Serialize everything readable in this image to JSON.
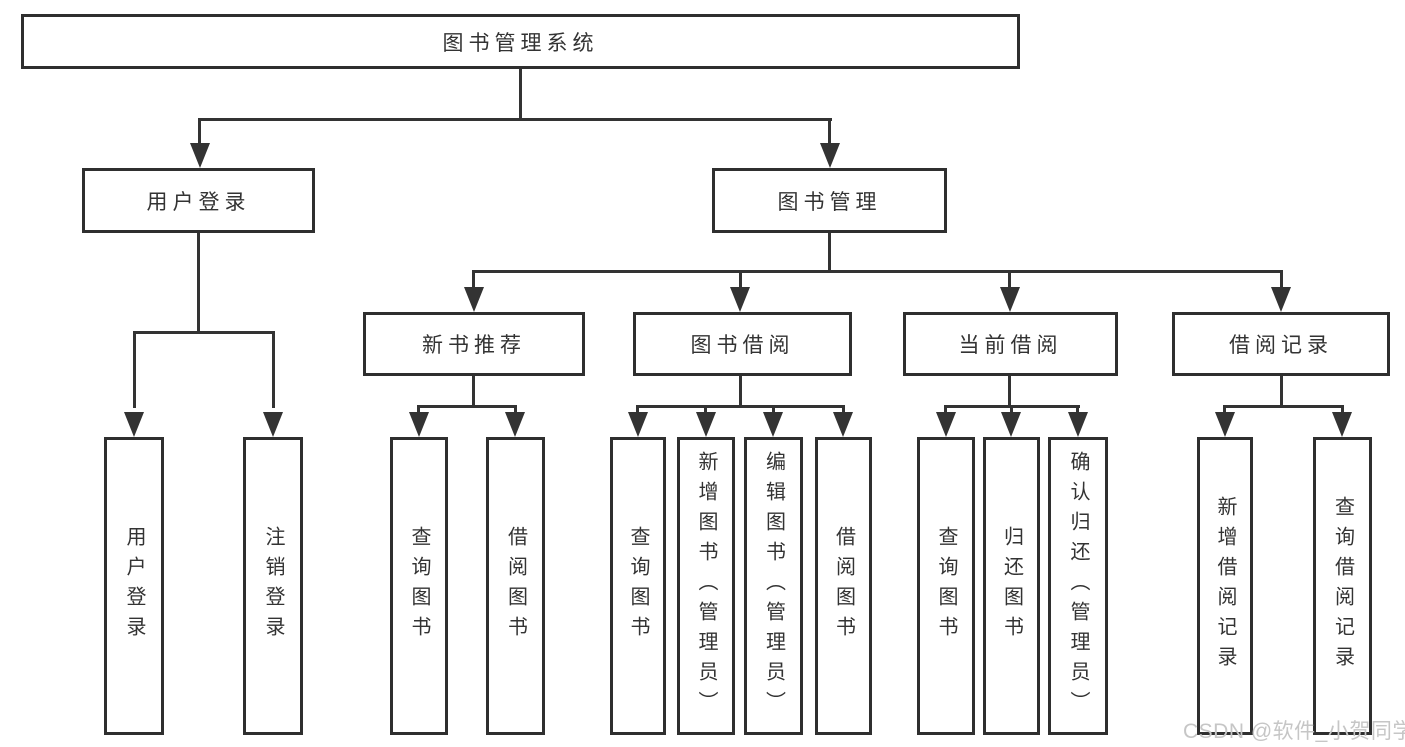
{
  "diagram": {
    "title": "图书管理系统",
    "watermark": "CSDN @软件_小贺同学",
    "colors": {
      "line": "#333333",
      "box_border": "#2f2f2f",
      "text": "#333333",
      "watermark": "#c6c6c6",
      "background": "#ffffff"
    },
    "nodes": {
      "root": {
        "label": "图书管理系统"
      },
      "user_login": {
        "label": "用户登录"
      },
      "book_mgmt": {
        "label": "图书管理"
      },
      "new_book_rec": {
        "label": "新书推荐"
      },
      "book_borrow": {
        "label": "图书借阅"
      },
      "current_borrow": {
        "label": "当前借阅"
      },
      "borrow_records": {
        "label": "借阅记录"
      },
      "leaf_user_login": {
        "label": "用户登录"
      },
      "leaf_logout": {
        "label": "注销登录"
      },
      "leaf_nb_query": {
        "label": "查询图书"
      },
      "leaf_nb_borrow": {
        "label": "借阅图书"
      },
      "leaf_bb_query": {
        "label": "查询图书"
      },
      "leaf_bb_add": {
        "label": "新增图书（管理员）"
      },
      "leaf_bb_edit": {
        "label": "编辑图书（管理员）"
      },
      "leaf_bb_borrow": {
        "label": "借阅图书"
      },
      "leaf_cb_query": {
        "label": "查询图书"
      },
      "leaf_cb_return": {
        "label": "归还图书"
      },
      "leaf_cb_confirm": {
        "label": "确认归还（管理员）"
      },
      "leaf_br_add": {
        "label": "新增借阅记录"
      },
      "leaf_br_query": {
        "label": "查询借阅记录"
      }
    },
    "hierarchy_note": "root > [user_login > 2 leaves] and [book_mgmt > new_book_rec(2), book_borrow(4), current_borrow(3), borrow_records(2)]"
  }
}
